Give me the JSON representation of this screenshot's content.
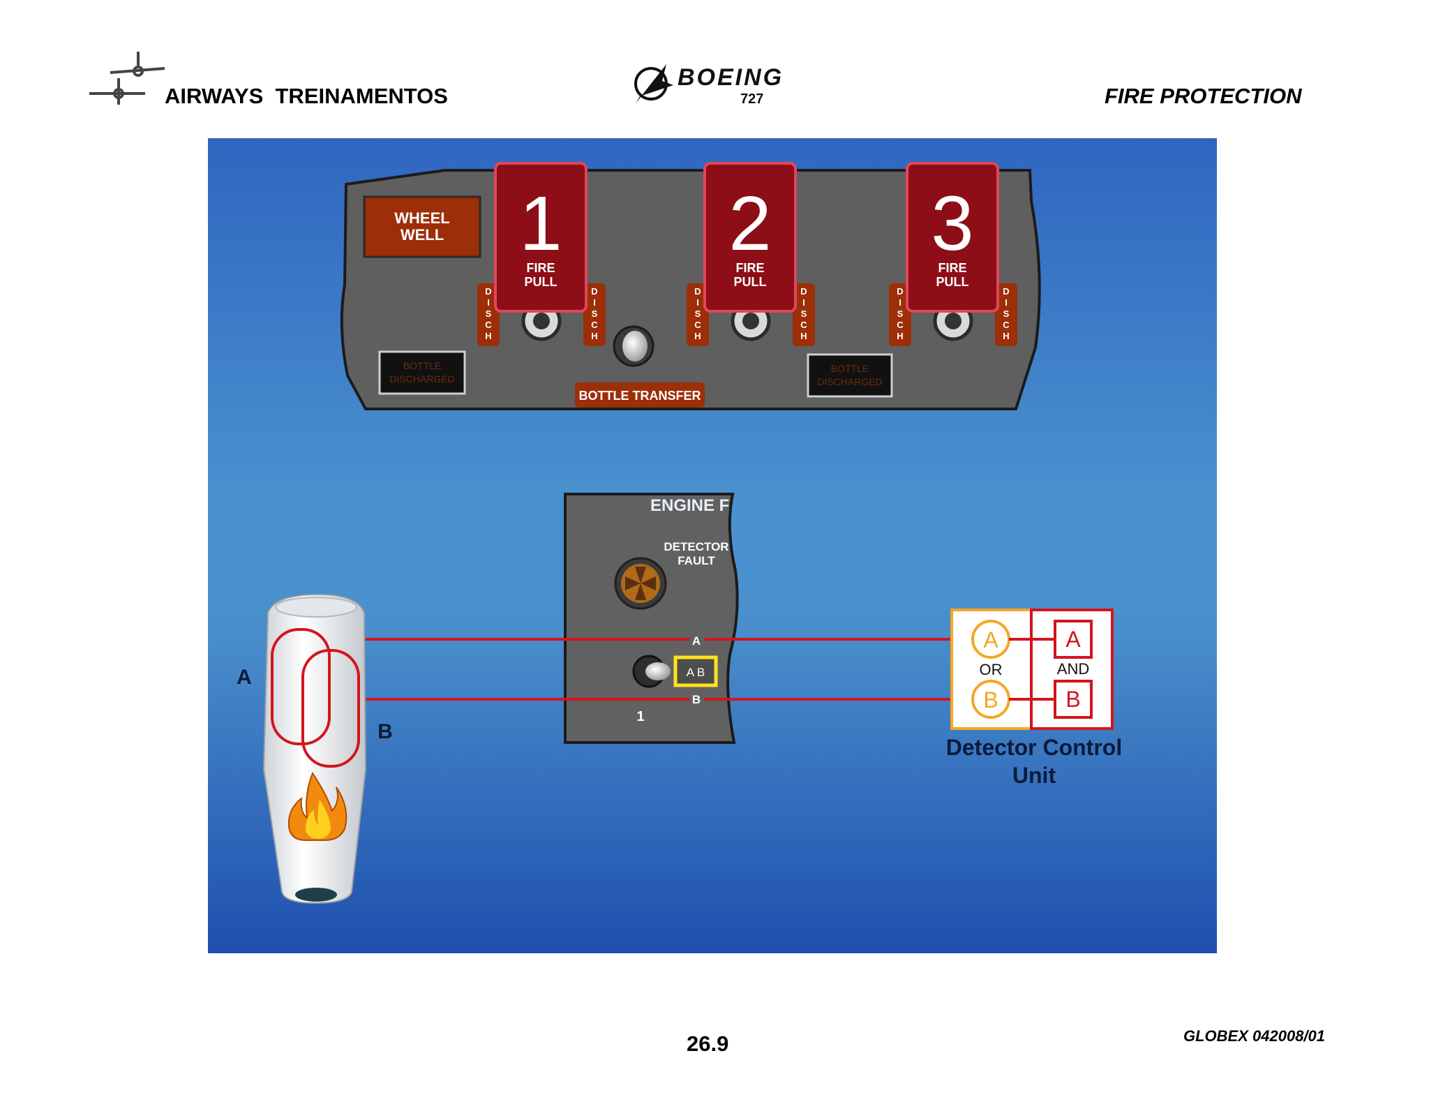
{
  "header": {
    "brand": "AIRWAYS  TREINAMENTOS",
    "logo_word": "BOEING",
    "logo_model": "727",
    "section_title": "FIRE PROTECTION"
  },
  "panel": {
    "wheel_well_line1": "WHEEL",
    "wheel_well_line2": "WELL",
    "handles": [
      {
        "number": "1",
        "line1": "FIRE",
        "line2": "PULL"
      },
      {
        "number": "2",
        "line1": "FIRE",
        "line2": "PULL"
      },
      {
        "number": "3",
        "line1": "FIRE",
        "line2": "PULL"
      }
    ],
    "disch_label": [
      "D",
      "I",
      "S",
      "C",
      "H"
    ],
    "bottle_discharged_line1": "BOTTLE",
    "bottle_discharged_line2": "DISCHARGED",
    "bottle_transfer": "BOTTLE TRANSFER"
  },
  "engine_panel": {
    "title": "ENGINE F",
    "detector_line1": "DETECTOR",
    "detector_line2": "FAULT",
    "loop_a": "A",
    "loop_b": "B",
    "selector_label": "A B",
    "engine_number": "1"
  },
  "engine": {
    "loop_a_label": "A",
    "loop_b_label": "B"
  },
  "dcu": {
    "a": "A",
    "b": "B",
    "or": "OR",
    "and": "AND",
    "label_line1": "Detector Control",
    "label_line2": "Unit"
  },
  "footer": {
    "page_number": "26.9",
    "doc_code": "GLOBEX 042008/01"
  },
  "colors": {
    "background_blue": "#3f86c6",
    "panel_gray": "#5f5f5f",
    "handle_red": "#8d0e16",
    "wire_red": "#d4141c",
    "amber": "#f5a623"
  }
}
